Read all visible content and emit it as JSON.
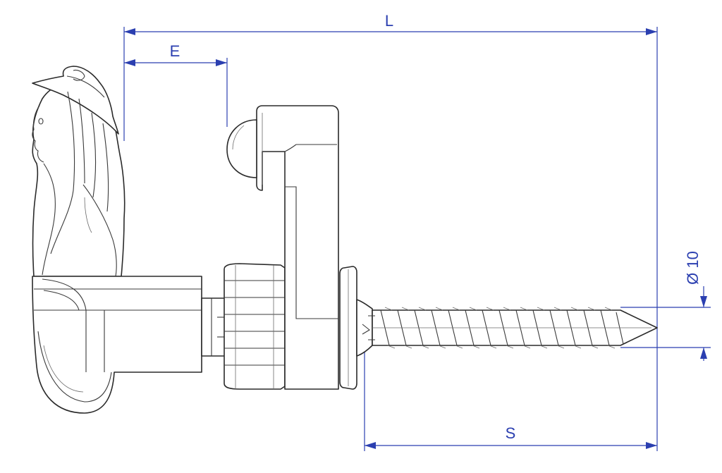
{
  "dimensions": {
    "L": "L",
    "E": "E",
    "S": "S",
    "diameter": "Ø 10"
  },
  "colors": {
    "dimension": "#2b3fb0",
    "outline": "#2a2a2a",
    "background": "#ffffff"
  }
}
